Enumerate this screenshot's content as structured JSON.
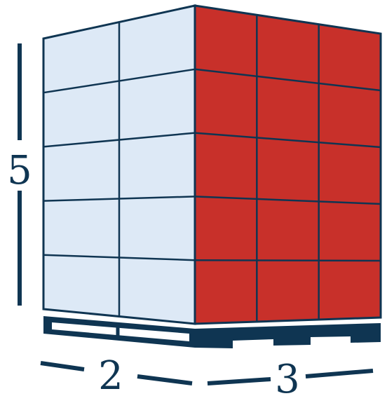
{
  "diagram": {
    "height_label": "5",
    "depth_label": "2",
    "width_label": "3",
    "grid": {
      "rows": 5,
      "left_cols": 2,
      "right_cols": 3
    },
    "colors": {
      "outline": "#0f3552",
      "left_face": "#dde9f6",
      "right_face": "#c8302a",
      "background": "#ffffff"
    }
  }
}
